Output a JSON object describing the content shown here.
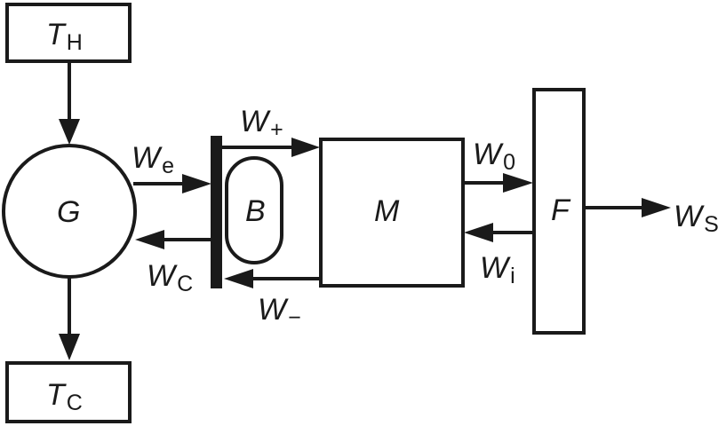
{
  "labels": {
    "t_hot": {
      "main": "T",
      "sub": "H"
    },
    "t_cold": {
      "main": "T",
      "sub": "C"
    },
    "g": "G",
    "b": "B",
    "m": "M",
    "f": "F",
    "w_e": {
      "main": "W",
      "sub": "e"
    },
    "w_c": {
      "main": "W",
      "sub": "C"
    },
    "w_plus": {
      "main": "W",
      "sub": "+"
    },
    "w_minus": {
      "main": "W",
      "sub": "−"
    },
    "w_0": {
      "main": "W",
      "sub": "0"
    },
    "w_i": {
      "main": "W",
      "sub": "i"
    },
    "w_s": {
      "main": "W",
      "sub": "S"
    }
  },
  "colors": {
    "stroke": "#1a1a1a",
    "background": "#ffffff"
  }
}
